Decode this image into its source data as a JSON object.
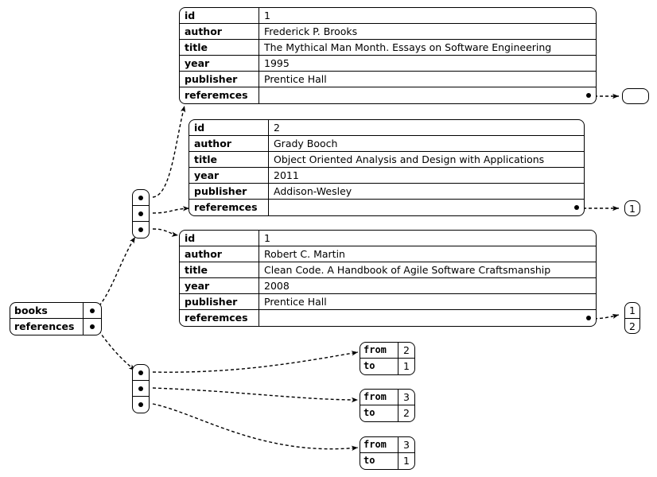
{
  "diagram": {
    "type": "object-reference-graph",
    "title": "",
    "root": {
      "name": "root-object",
      "fields": [
        {
          "label": "books",
          "pointer": true
        },
        {
          "label": "references",
          "pointer": true
        }
      ]
    },
    "books_array": {
      "name": "books-array",
      "slots": 3
    },
    "references_array": {
      "name": "references-array",
      "slots": 3
    },
    "books": [
      {
        "name": "book-record-1",
        "rows": [
          {
            "key": "id",
            "value": "1"
          },
          {
            "key": "author",
            "value": "Frederick P. Brooks"
          },
          {
            "key": "title",
            "value": "The Mythical Man Month. Essays on Software Engineering"
          },
          {
            "key": "year",
            "value": "1995"
          },
          {
            "key": "publisher",
            "value": "Prentice Hall"
          },
          {
            "key": "referemces",
            "value": "",
            "pointer": true
          }
        ],
        "referemces_values": []
      },
      {
        "name": "book-record-2",
        "rows": [
          {
            "key": "id",
            "value": "2"
          },
          {
            "key": "author",
            "value": "Grady Booch"
          },
          {
            "key": "title",
            "value": "Object Oriented Analysis and Design with Applications"
          },
          {
            "key": "year",
            "value": "2011"
          },
          {
            "key": "publisher",
            "value": "Addison-Wesley"
          },
          {
            "key": "referemces",
            "value": "",
            "pointer": true
          }
        ],
        "referemces_values": [
          "1"
        ]
      },
      {
        "name": "book-record-3",
        "rows": [
          {
            "key": "id",
            "value": "1"
          },
          {
            "key": "author",
            "value": "Robert C. Martin"
          },
          {
            "key": "title",
            "value": "Clean Code. A Handbook of Agile Software Craftsmanship"
          },
          {
            "key": "year",
            "value": "2008"
          },
          {
            "key": "publisher",
            "value": "Prentice Hall"
          },
          {
            "key": "referemces",
            "value": "",
            "pointer": true
          }
        ],
        "referemces_values": [
          "1",
          "2"
        ]
      }
    ],
    "references": [
      {
        "name": "reference-record-1",
        "from_label": "from",
        "from_value": "2",
        "to_label": "to",
        "to_value": "1"
      },
      {
        "name": "reference-record-2",
        "from_label": "from",
        "from_value": "3",
        "to_label": "to",
        "to_value": "2"
      },
      {
        "name": "reference-record-3",
        "from_label": "from",
        "from_value": "3",
        "to_label": "to",
        "to_value": "1"
      }
    ],
    "colors": {
      "stroke": "#000000",
      "background": "#ffffff",
      "text": "#000000"
    }
  }
}
